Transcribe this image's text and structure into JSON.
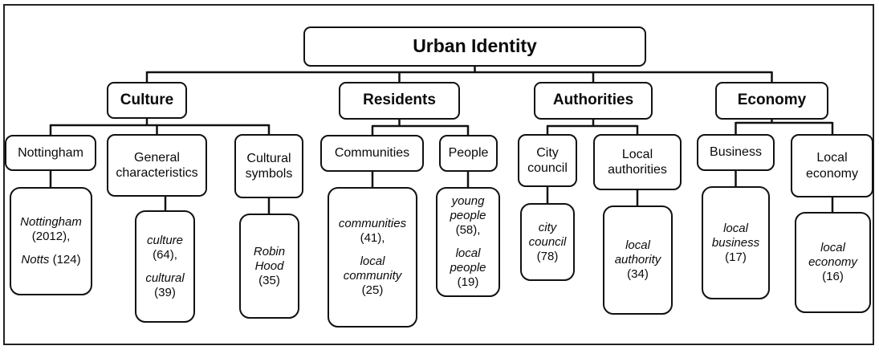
{
  "figure": {
    "root_label": "Urban Identity",
    "branches": [
      {
        "label": "Culture",
        "children": [
          {
            "label": "Nottingham",
            "terms": [
              {
                "term": "Nottingham",
                "count": "(2012),"
              },
              {
                "term": "Notts",
                "count": "(124)"
              }
            ]
          },
          {
            "label": "General characteristics",
            "terms": [
              {
                "term": "culture",
                "count": "(64),"
              },
              {
                "term": "cultural",
                "count": "(39)"
              }
            ]
          },
          {
            "label": "Cultural symbols",
            "terms": [
              {
                "term": "Robin Hood",
                "count": "(35)"
              }
            ]
          }
        ]
      },
      {
        "label": "Residents",
        "children": [
          {
            "label": "Communities",
            "terms": [
              {
                "term": "communities",
                "count": "(41),"
              },
              {
                "term": "local community",
                "count": "(25)"
              }
            ]
          },
          {
            "label": "People",
            "terms": [
              {
                "term": "young people",
                "count": "(58),"
              },
              {
                "term": "local people",
                "count": "(19)"
              }
            ]
          }
        ]
      },
      {
        "label": "Authorities",
        "children": [
          {
            "label": "City council",
            "terms": [
              {
                "term": "city council",
                "count": "(78)"
              }
            ]
          },
          {
            "label": "Local authorities",
            "terms": [
              {
                "term": "local authority",
                "count": "(34)"
              }
            ]
          }
        ]
      },
      {
        "label": "Economy",
        "children": [
          {
            "label": "Business",
            "terms": [
              {
                "term": "local business",
                "count": "(17)"
              }
            ]
          },
          {
            "label": "Local economy",
            "terms": [
              {
                "term": "local economy",
                "count": "(16)"
              }
            ]
          }
        ]
      }
    ],
    "colors": {
      "line": "#111111",
      "background": "#ffffff",
      "text": "#0a0a0a"
    }
  }
}
